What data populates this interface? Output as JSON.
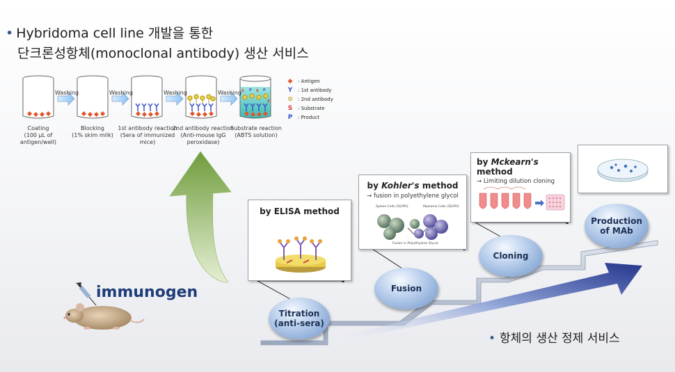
{
  "title": {
    "bullet": "•",
    "line1": "Hybridoma cell line 개발을 통한",
    "line2": "단크론성항체(monoclonal antibody) 생산 서비스"
  },
  "elisa_steps": [
    {
      "label": "Coating",
      "sub": "(100 μL of antigen/well)"
    },
    {
      "label": "Blocking",
      "sub": "(1% skim milk)"
    },
    {
      "label": "1st antibody reaction",
      "sub": "(Sera of immunized mice)"
    },
    {
      "label": "2nd antibody reaction",
      "sub": "(Anti-mouse IgG peroxidase)"
    },
    {
      "label": "Substrate reaction",
      "sub": "(ABTS solution)"
    }
  ],
  "washing_label": "Washing",
  "legend": [
    {
      "symbol": "◆",
      "text": ": Antigen",
      "color": "#e2542a"
    },
    {
      "symbol": "Y",
      "text": ": 1st antibody",
      "color": "#3b53c4"
    },
    {
      "symbol": "⊙",
      "text": ": 2nd antibody",
      "color": "#b9a11d"
    },
    {
      "symbol": "S",
      "text": ": Substrate",
      "color": "#d33"
    },
    {
      "symbol": "P",
      "text": ": Product",
      "color": "#3b53c4"
    }
  ],
  "immunogen": "immunogen",
  "stages": [
    {
      "label_l1": "Titration",
      "label_l2": "(anti-sera)"
    },
    {
      "label_l1": "Fusion",
      "label_l2": ""
    },
    {
      "label_l1": "Cloning",
      "label_l2": ""
    },
    {
      "label_l1": "Production",
      "label_l2": "of MAb"
    }
  ],
  "boxes": {
    "elisa": {
      "title": "by ELISA method"
    },
    "kohler": {
      "title_pre": "by ",
      "title_em": "Kohler's",
      "title_post": " method",
      "sub": "→ fusion in polyethylene glycol",
      "cell_a": "Spleen Cells (SG/PO)",
      "cell_b": "Myeloma Cells (SG/PO)",
      "caption": "Fusion in Polyethylene Glycol"
    },
    "mckearn": {
      "title_pre": "by ",
      "title_em": "Mckearn's",
      "title_post": " method",
      "sub": "→ Limiting dilution cloning"
    }
  },
  "bottom_service": {
    "bullet": "•",
    "text": "항체의 생산 정제 서비스"
  },
  "colors": {
    "accent": "#1f3c7a",
    "stair": "#b9c3d4",
    "arrow_green": "#7fa84a",
    "arrow_blue": "#2b3f8f"
  }
}
